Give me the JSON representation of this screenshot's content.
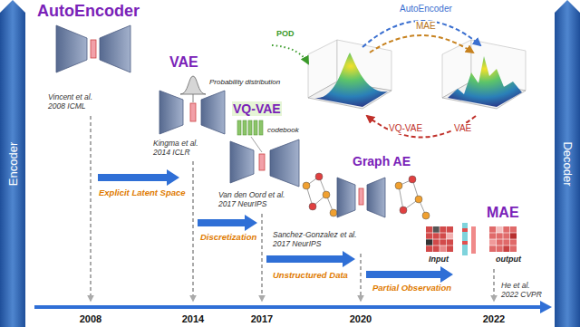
{
  "diagram": {
    "nodes": [
      {
        "text": [
          "Encoder"
        ]
      },
      {
        "text": [
          "Decoder"
        ]
      }
    ],
    "labels": [
      "AutoEncoder",
      "Vincent et al. 2008 ICML",
      "VAE",
      "Probability distribution",
      "Kingma et al. 2014 ICLR",
      "Explicit Latent Space",
      "VQ-VAE",
      "codebook",
      "Van den Oord et al. 2017 NeurIPS",
      "Discretization",
      "Graph AE",
      "Sanchez-Gonzalez et al. 2017 NeurIPS",
      "Unstructured Data",
      "MAE",
      "Input",
      "output",
      "Partial Observation",
      "He et al. 2022 CVPR",
      "POD",
      "AutoEncoder",
      "MAE",
      "VQ-VAE",
      "VAE",
      "2008",
      "2014",
      "2017",
      "2020",
      "2022"
    ]
  }
}
